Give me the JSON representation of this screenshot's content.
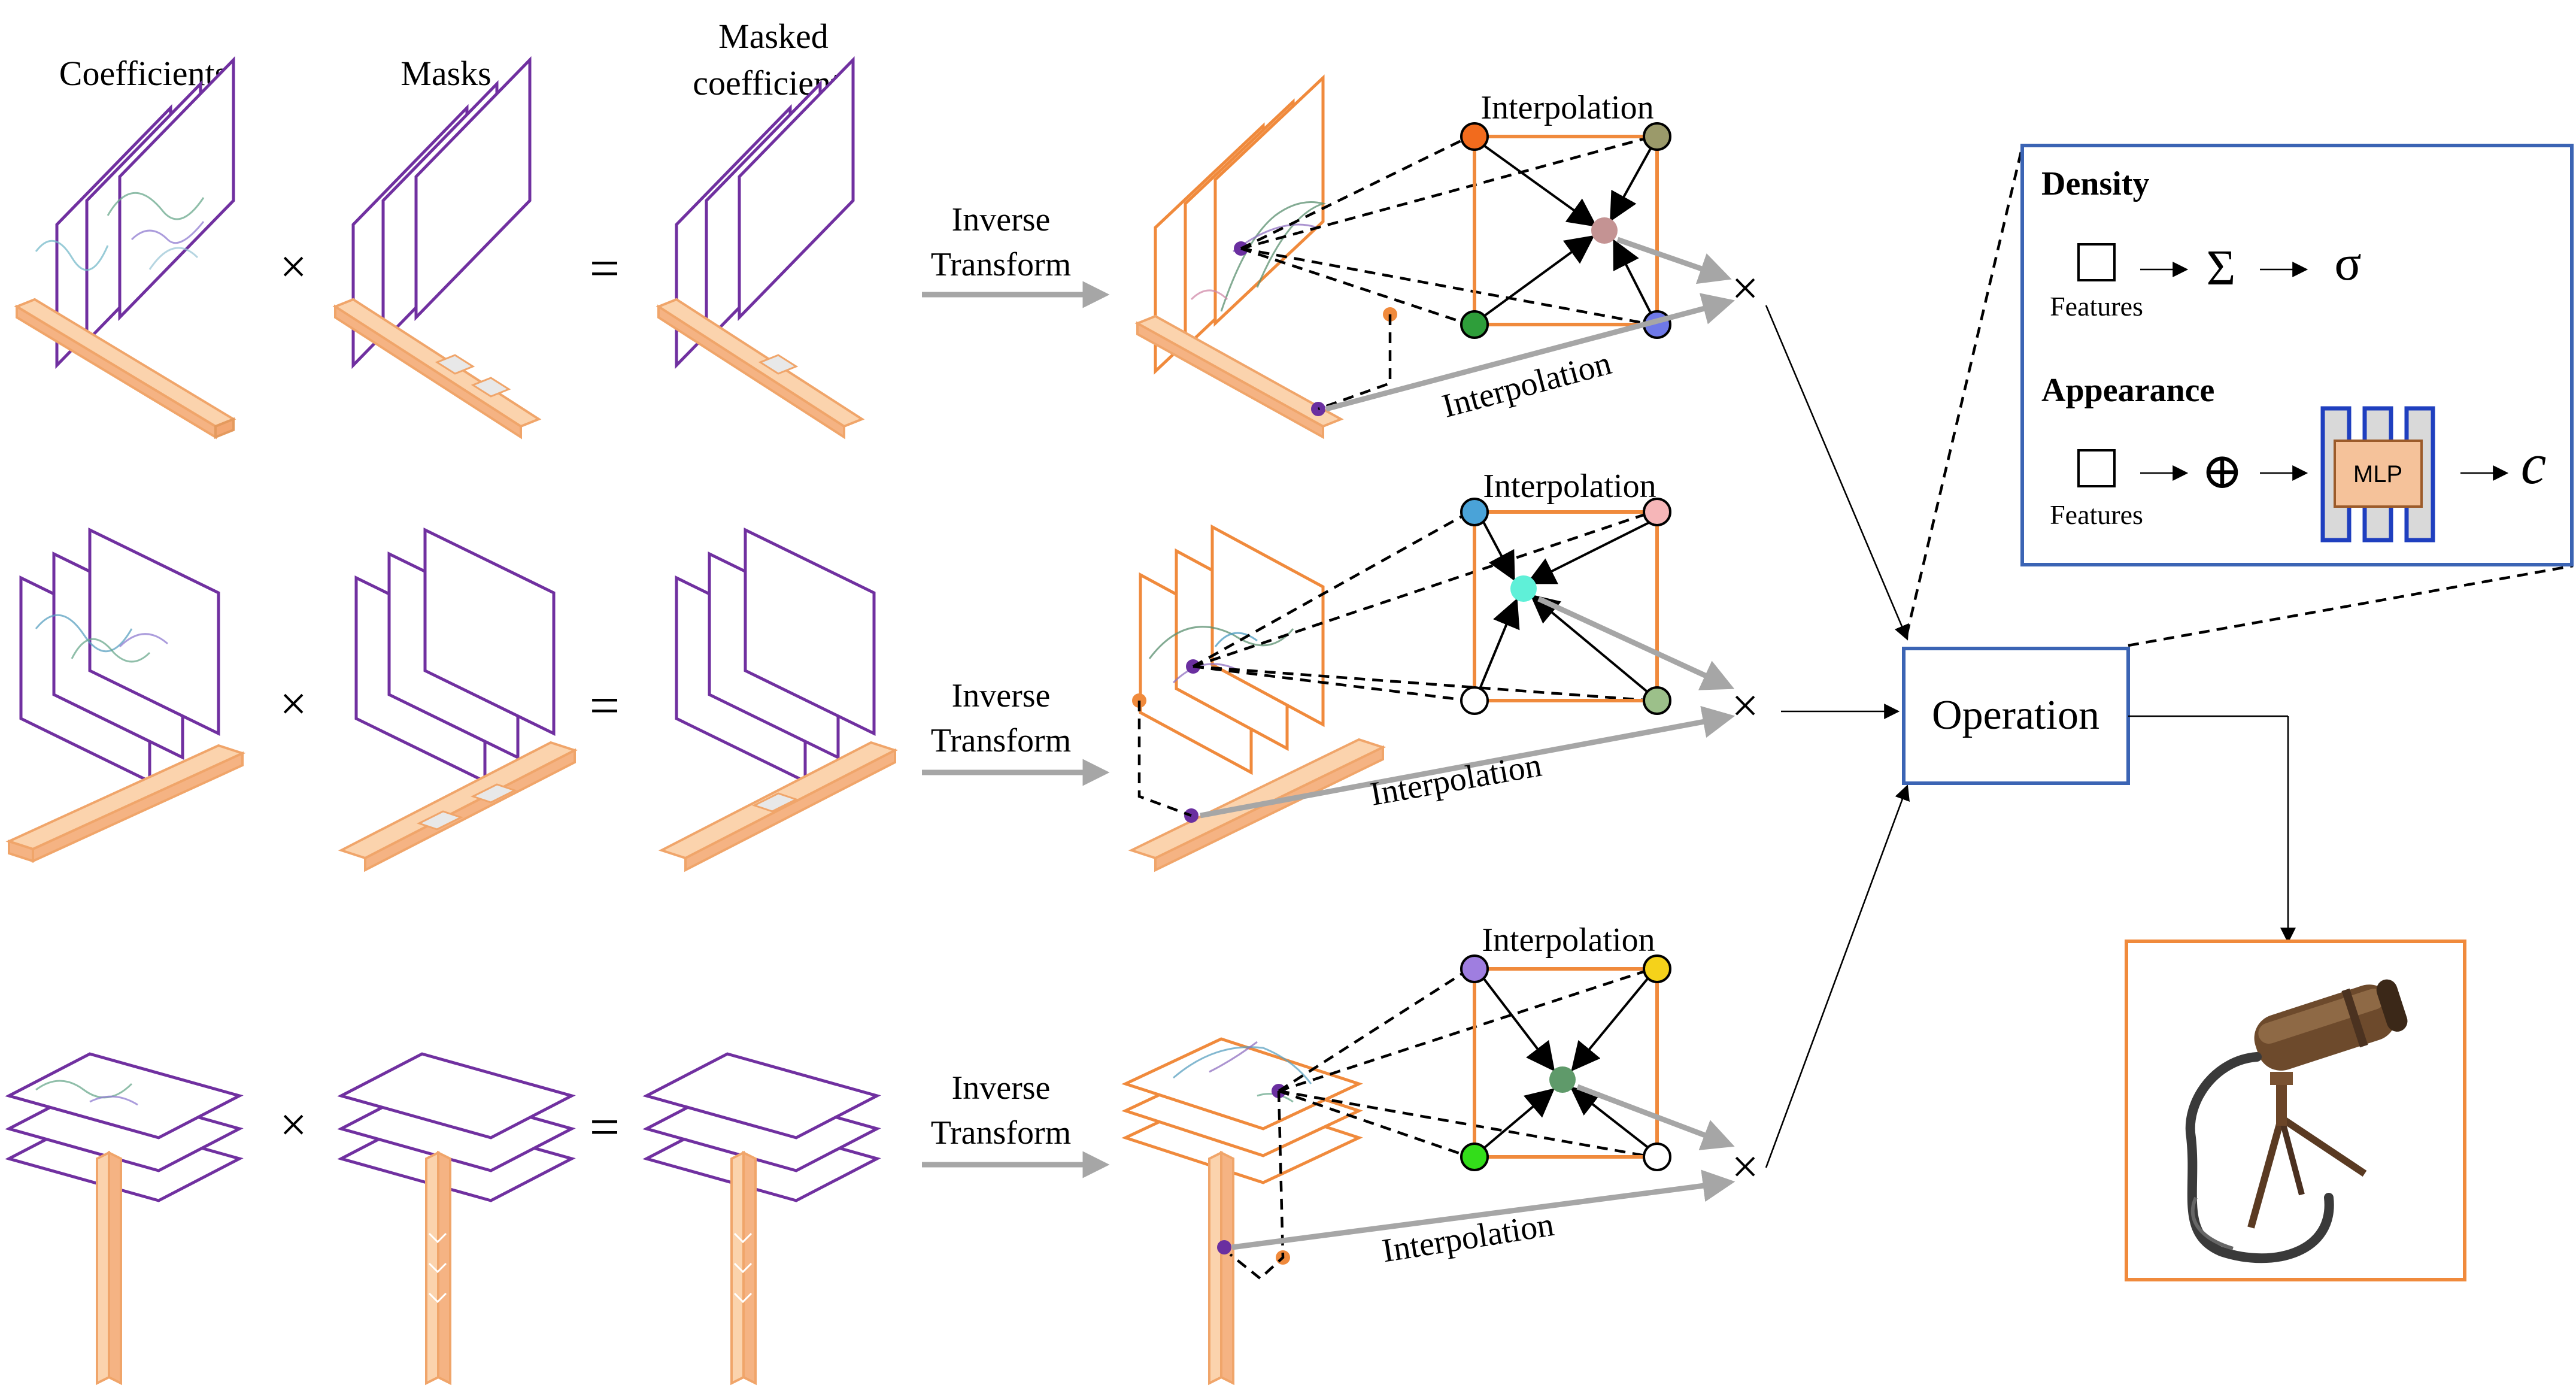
{
  "columns": {
    "coefficients": "Coefficients",
    "masks": "Masks",
    "masked_line1": "Masked",
    "masked_line2": "coefficients"
  },
  "symbols": {
    "times": "×",
    "equals": "=",
    "cross": "×"
  },
  "rows": [
    {
      "inverse_line1": "Inverse",
      "inverse_line2": "Transform",
      "grid_label": "Interpolation",
      "line_label": "Interpolation"
    },
    {
      "inverse_line1": "Inverse",
      "inverse_line2": "Transform",
      "grid_label": "Interpolation",
      "line_label": "Interpolation"
    },
    {
      "inverse_line1": "Inverse",
      "inverse_line2": "Transform",
      "grid_label": "Interpolation",
      "line_label": "Interpolation"
    }
  ],
  "operation": {
    "label": "Operation"
  },
  "inset": {
    "density_title": "Density",
    "density_features": "Features",
    "sum_symbol": "Σ",
    "sigma_symbol": "σ",
    "appearance_title": "Appearance",
    "appearance_features": "Features",
    "concat_symbol": "⊕",
    "mlp_label": "MLP",
    "c_symbol": "c"
  },
  "colors": {
    "plane_purple": "#7030a0",
    "plane_orange": "#f08a3c",
    "operation_border": "#3b64b4",
    "row1_nodes": [
      "#f26b1d",
      "#9b9a6a",
      "#c49393",
      "#2e9e3a",
      "#6f79e8"
    ],
    "row2_nodes": [
      "#4aa3d8",
      "#f6b6b8",
      "#5ff0d8",
      "#ffffff",
      "#9cc08a"
    ],
    "row3_nodes": [
      "#9f7ee0",
      "#f5d21a",
      "#5f9a6a",
      "#33dd1a",
      "#ffffff"
    ]
  },
  "icons": {
    "arrow": "right-arrow-icon",
    "feature_box": "square-icon",
    "render": "microphone-render-image"
  }
}
